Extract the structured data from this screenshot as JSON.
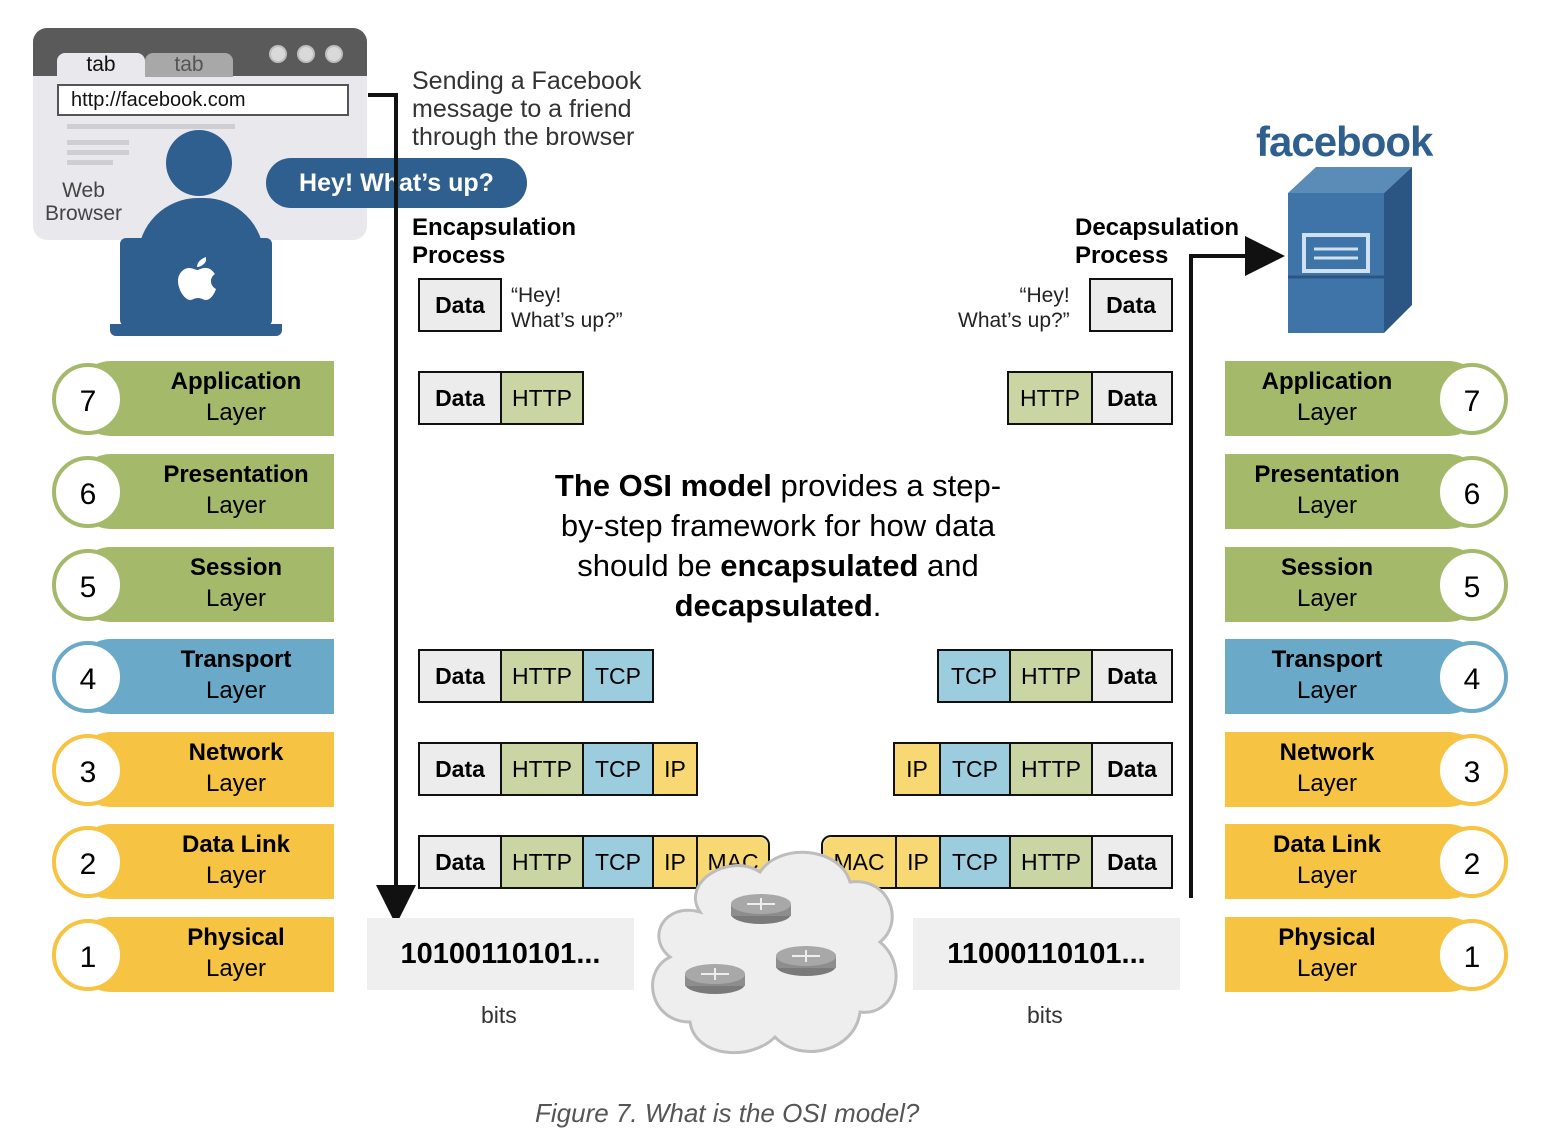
{
  "browser": {
    "tab1": "tab",
    "tab2": "tab",
    "url": "http://facebook.com",
    "label_line1": "Web",
    "label_line2": "Browser"
  },
  "message_bubble": "Hey! What’s up?",
  "caption_top": {
    "line1": "Sending a Facebook",
    "line2": "message to a friend",
    "line3": "through the browser"
  },
  "encapsulation": {
    "line1": "Encapsulation",
    "line2": "Process"
  },
  "decapsulation": {
    "line1": "Decapsulation",
    "line2": "Process"
  },
  "quote": {
    "line1": "“Hey!",
    "line2": "What’s up?”"
  },
  "facebook_logo": "facebook",
  "layers": [
    {
      "num": "7",
      "name": "Application",
      "suffix": "Layer"
    },
    {
      "num": "6",
      "name": "Presentation",
      "suffix": "Layer"
    },
    {
      "num": "5",
      "name": "Session",
      "suffix": "Layer"
    },
    {
      "num": "4",
      "name": "Transport",
      "suffix": "Layer"
    },
    {
      "num": "3",
      "name": "Network",
      "suffix": "Layer"
    },
    {
      "num": "2",
      "name": "Data Link",
      "suffix": "Layer"
    },
    {
      "num": "1",
      "name": "Physical",
      "suffix": "Layer"
    }
  ],
  "packet_labels": {
    "data": "Data",
    "http": "HTTP",
    "tcp": "TCP",
    "ip": "IP",
    "mac": "MAC"
  },
  "osi_text": {
    "bold1": "The OSI model",
    "t1": " provides a step-",
    "t2": "by-step framework for how data",
    "t3": "should be ",
    "bold2": "encapsulated",
    "t4": " and",
    "bold3": "decapsulated",
    "t5": "."
  },
  "bits_left": "10100110101...",
  "bits_right": "11000110101...",
  "bits_label": "bits",
  "figure_caption": "Figure 7. What is the OSI model?",
  "colors": {
    "brand_blue": "#2e5f8f",
    "app_green": "#a5b96a",
    "transport_blue": "#6aa9c7",
    "network_yellow": "#f6c342"
  }
}
